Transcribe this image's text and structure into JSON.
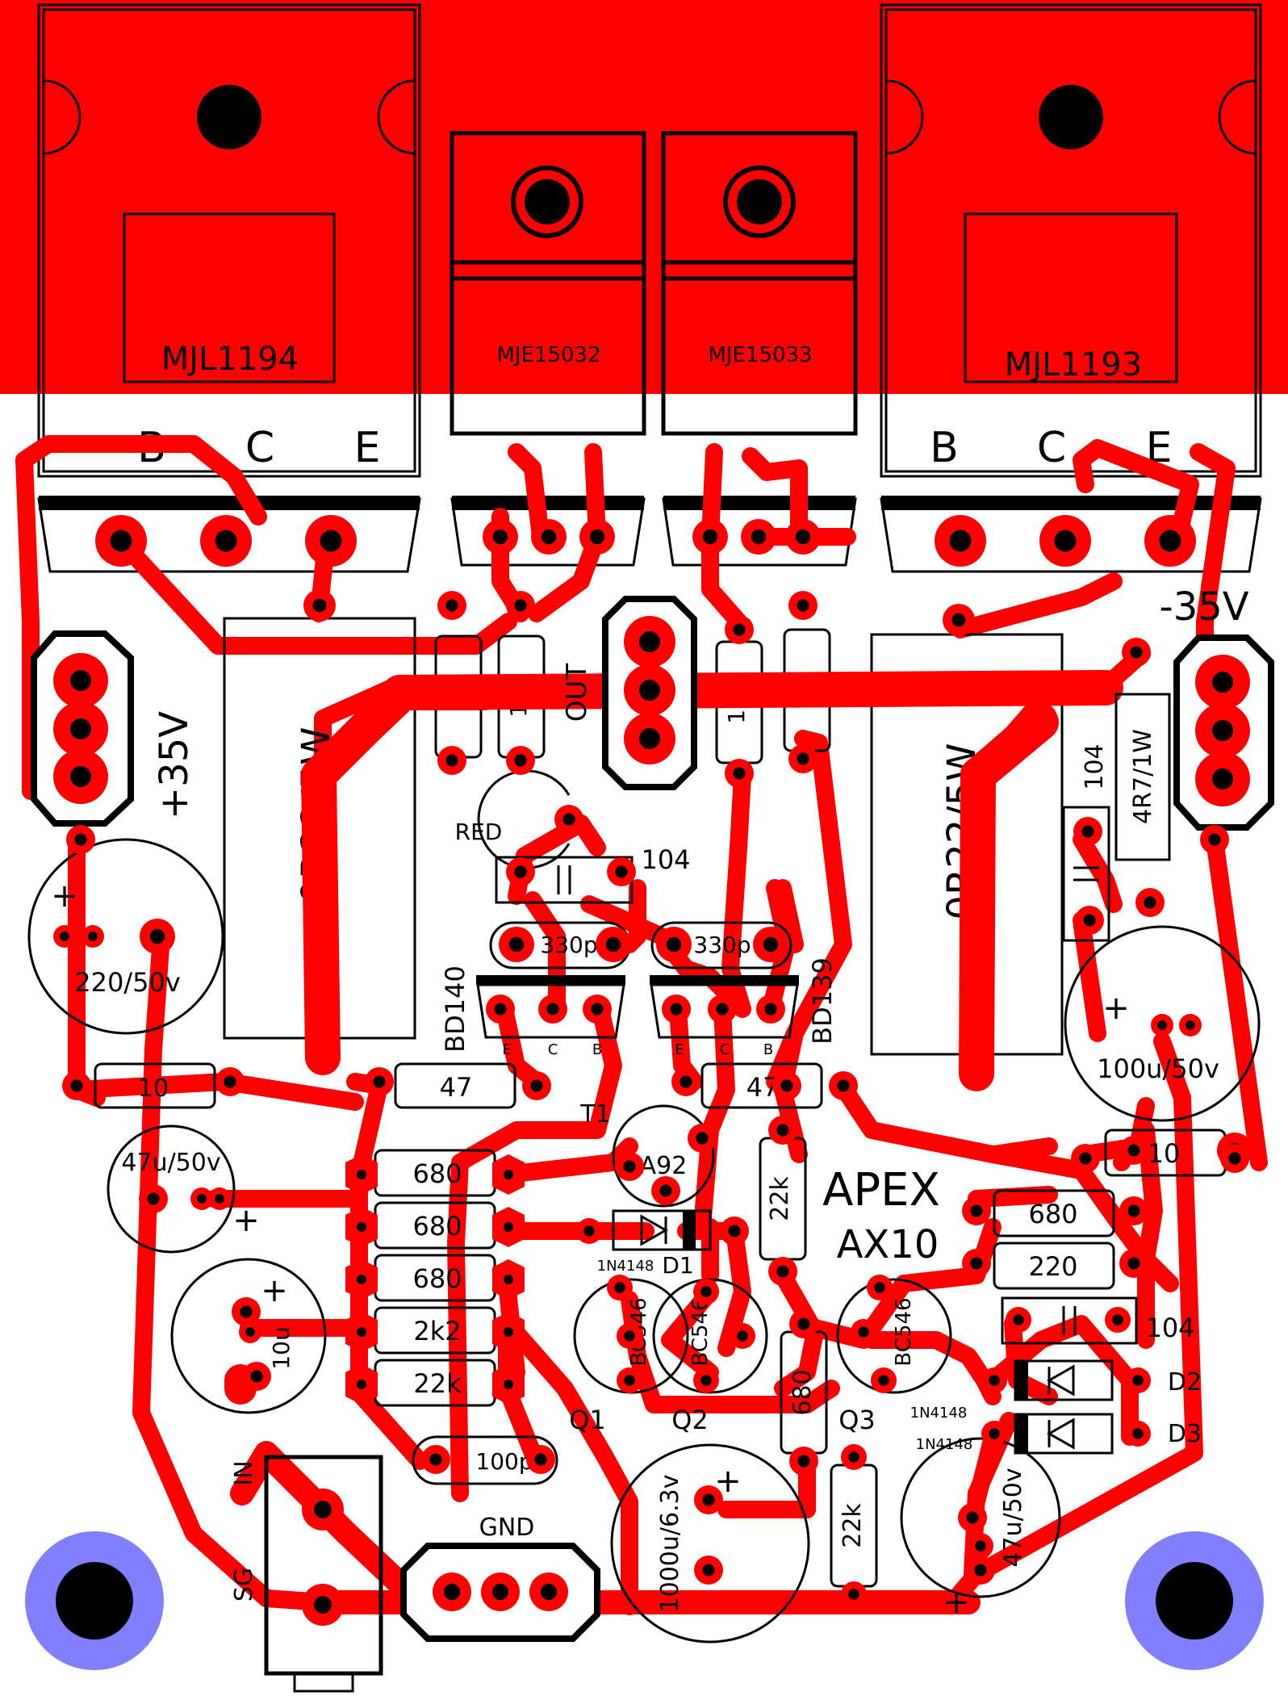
{
  "board": {
    "transistors": {
      "q_out_left": "MJL1194",
      "q_drv_left": "MJE15032",
      "q_drv_right": "MJE15033",
      "q_out_right": "MJL1193"
    },
    "pin_labels": {
      "b": "B",
      "c": "C",
      "e": "E"
    },
    "rails": {
      "pos": "+35V",
      "neg": "-35V"
    },
    "connectors": {
      "out": "OUT",
      "gnd": "GND",
      "in": "IN",
      "sg": "SG"
    },
    "title": {
      "brand": "APEX",
      "model": "AX10"
    },
    "emitter_resistor": "0R22/5W",
    "resistors": {
      "r10_a": "10",
      "r100_a": "100",
      "r100_b": "100",
      "r10_b": "10",
      "r10_c": "10",
      "r47_a": "47",
      "r47_b": "47",
      "r680_a": "680",
      "r680_b": "680",
      "r680_c": "680",
      "r2k2": "2k2",
      "r22k_a": "22k",
      "r22k_b": "22k",
      "r680_d": "680",
      "r680_e": "680",
      "r220": "220",
      "r22k_c": "22k",
      "r10_d": "10",
      "r4r7": "4R7/1W"
    },
    "caps": {
      "c104_a": "104",
      "c104_b": "104",
      "c104_c": "104",
      "c330p_a": "330p",
      "c330p_b": "330p",
      "c100p": "100p",
      "c220u": "220/50v",
      "c100u": "100u/50v",
      "c47u_a": "47u/50v",
      "c10u": "10u",
      "c1000u": "1000u/6.3v",
      "c47u_b": "47u/50v"
    },
    "semis": {
      "bd140": "BD140",
      "bd139": "BD139",
      "t1": "T1",
      "a92": "A92",
      "d1_part": "1N4148",
      "d1": "D1",
      "d2": "D2",
      "d3": "D3",
      "d23_part": "1N4148",
      "bc546": "BC546",
      "q1": "Q1",
      "q2": "Q2",
      "q3": "Q3",
      "led": "RED"
    },
    "small_pins": {
      "e": "E",
      "c": "C",
      "b": "B"
    },
    "polarity": "+",
    "colors": {
      "copper": "#ff0000",
      "silk": "#000000",
      "mount": "#8080ff"
    }
  }
}
